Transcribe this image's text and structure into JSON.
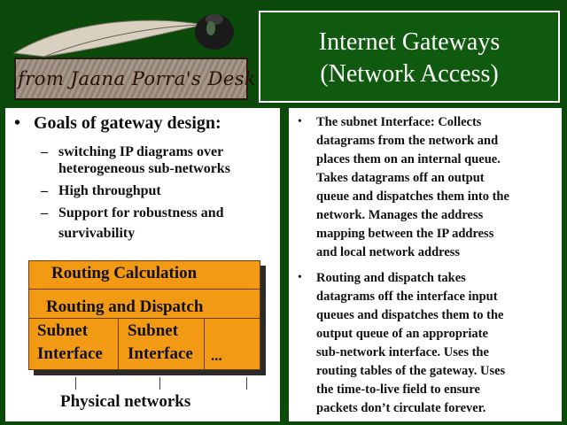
{
  "logo": {
    "text": "from Jaana Porra's Desk"
  },
  "title": {
    "line1": "Internet Gateways",
    "line2": "(Network Access)"
  },
  "left": {
    "bullet": "•",
    "heading": "Goals of gateway design:",
    "dash": "–",
    "subitems": [
      [
        "switching IP diagrams over",
        "heterogeneous sub-networks"
      ],
      [
        "High throughput"
      ],
      [
        "Support for robustness and",
        "survivability"
      ]
    ]
  },
  "diagram": {
    "routing_calculation": "Routing Calculation",
    "routing_dispatch": "Routing and Dispatch",
    "subnet_word": "Subnet",
    "interface_word": "Interface",
    "ellipsis": "...",
    "physical_networks": "Physical networks"
  },
  "right": {
    "bullet": "•",
    "p1_lines": [
      "The subnet Interface: Collects",
      "datagrams from the network and",
      "places them on an internal queue.",
      "Takes datagrams off an output",
      "queue and dispatches them into the",
      "network. Manages the address",
      "mapping between the IP address",
      "and local network address"
    ],
    "p2_lines": [
      "Routing and dispatch takes",
      "datagrams off the interface input",
      "queues and dispatches them to the",
      "output queue of an appropriate",
      "sub-network interface. Uses the",
      "routing tables of the gateway. Uses",
      "the time-to-live field to ensure",
      "packets don’t circulate forever."
    ]
  },
  "colors": {
    "background": "#0b4a0b",
    "diagram_fill": "#f39a14",
    "panel": "#ffffff"
  }
}
